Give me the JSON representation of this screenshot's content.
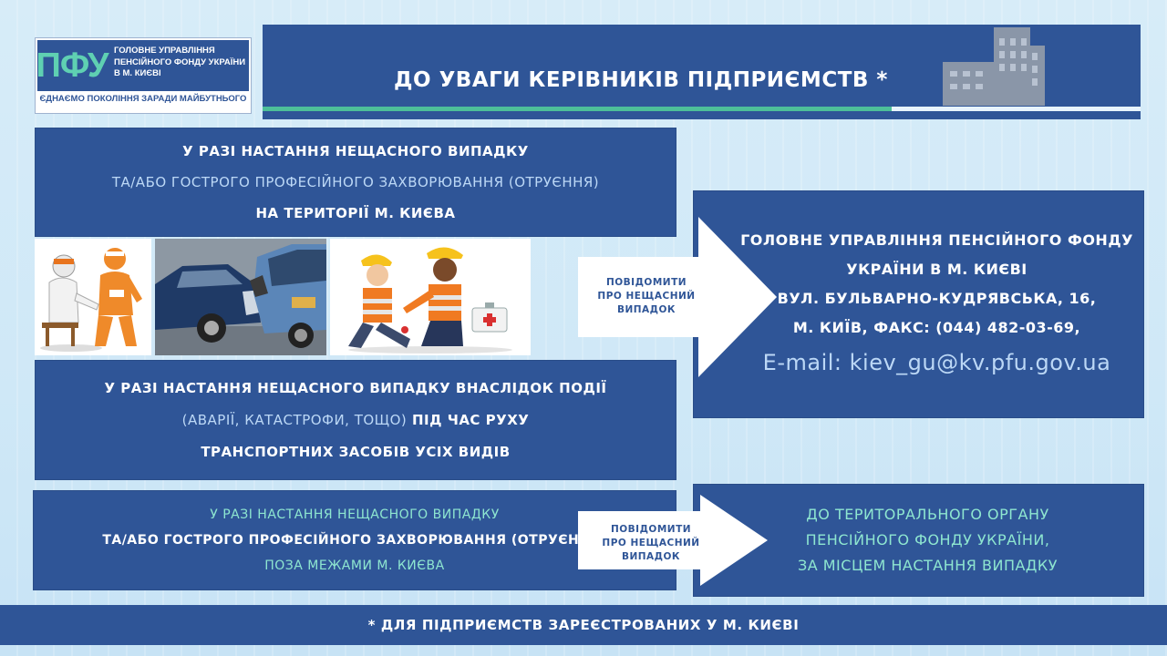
{
  "logo": {
    "mark": "ПФУ",
    "name_lines": [
      "ГОЛОВНЕ УПРАВЛІННЯ",
      "ПЕНСІЙНОГО ФОНДУ УКРАЇНИ",
      "В М. КИЄВІ"
    ],
    "motto": "ЄДНАЄМО ПОКОЛІННЯ ЗАРАДИ МАЙБУТНЬОГО"
  },
  "title": "ДО  УВАГИ КЕРІВНИКІВ ПІДПРИЄМСТВ *",
  "case1": {
    "line1": "У РАЗІ  НАСТАННЯ НЕЩАСНОГО  ВИПАДКУ",
    "line2": "ТА/АБО  ГОСТРОГО  ПРОФЕСІЙНОГО  ЗАХВОРЮВАННЯ  (ОТРУЄННЯ)",
    "line3": "НА ТЕРИТОРІЇ  М. КИЄВА"
  },
  "case2": {
    "line1": "У  РАЗІ  НАСТАННЯ  НЕЩАСНОГО  ВИПАДКУ  ВНАСЛІДОК  ПОДІЇ",
    "line2a": "(АВАРІЇ, КАТАСТРОФИ, ТОЩО)",
    "line2b": "ПІД  ЧАС  РУХУ",
    "line3": "ТРАНСПОРТНИХ  ЗАСОБІВ УСІХ ВИДІВ"
  },
  "case3": {
    "line1": "У РАЗІ  НАСТАННЯ  НЕЩАСНОГО  ВИПАДКУ",
    "line2": "ТА/АБО  ГОСТРОГО  ПРОФЕСІЙНОГО  ЗАХВОРЮВАННЯ  (ОТРУЄННЯ)",
    "line3": "ПОЗА  МЕЖАМИ  М. КИЄВА"
  },
  "arrow1": {
    "line1": "ПОВІДОМИТИ",
    "line2": "ПРО НЕЩАСНИЙ ВИПАДОК"
  },
  "arrow2": {
    "line1": "ПОВІДОМИТИ",
    "line2": "ПРО НЕЩАСНИЙ ВИПАДОК"
  },
  "destination1": {
    "line1": "ГОЛОВНЕ  УПРАВЛІННЯ  ПЕНСІЙНОГО  ФОНДУ",
    "line2": "УКРАЇНИ В М. КИЄВІ",
    "line3": "ВУЛ. БУЛЬВАРНО-КУДРЯВСЬКА, 16,",
    "line4": "М. КИЇВ, ФАКС: (044) 482-03-69,",
    "email": "E-mail: kiev_gu@kv.pfu.gov.ua"
  },
  "destination2": {
    "line1": "ДО  ТЕРИТОРАЛЬНОГО  ОРГАНУ",
    "line2": "ПЕНСІЙНОГО  ФОНДУ  УКРАЇНИ,",
    "line3": "ЗА  МІСЦЕМ  НАСТАННЯ  ВИПАДКУ"
  },
  "footer": "*  ДЛЯ   ПІДПРИЄМСТВ   ЗАРЕЄСТРОВАНИХ  У  М. КИЄВІ",
  "colors": {
    "panel": "#2f5597",
    "accent_green": "#4dbf99",
    "light_blue_text": "#bcd8f6",
    "mint_text": "#8ee6d0"
  },
  "images": [
    "injured-worker-illustration",
    "car-crash-photo",
    "first-aid-workers-illustration"
  ]
}
